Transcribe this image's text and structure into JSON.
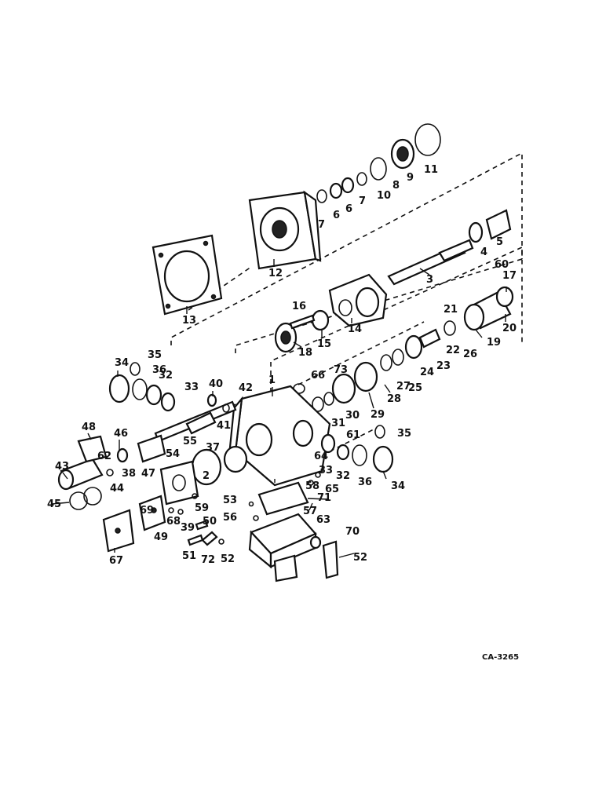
{
  "drawing": {
    "number": "CA-3265",
    "callouts": [
      "1",
      "2",
      "3",
      "4",
      "5",
      "6",
      "6",
      "7",
      "7",
      "8",
      "9",
      "10",
      "11",
      "12",
      "13",
      "14",
      "15",
      "16",
      "17",
      "18",
      "19",
      "20",
      "21",
      "22",
      "23",
      "24",
      "25",
      "26",
      "27",
      "28",
      "29",
      "30",
      "31",
      "32",
      "32",
      "33",
      "33",
      "34",
      "34",
      "35",
      "35",
      "36",
      "36",
      "37",
      "38",
      "39",
      "40",
      "41",
      "42",
      "43",
      "44",
      "45",
      "46",
      "47",
      "48",
      "49",
      "50",
      "51",
      "52",
      "52",
      "53",
      "54",
      "55",
      "56",
      "57",
      "58",
      "59",
      "60",
      "61",
      "62",
      "63",
      "64",
      "65",
      "66",
      "67",
      "68",
      "69",
      "70",
      "71",
      "72",
      "73"
    ]
  }
}
